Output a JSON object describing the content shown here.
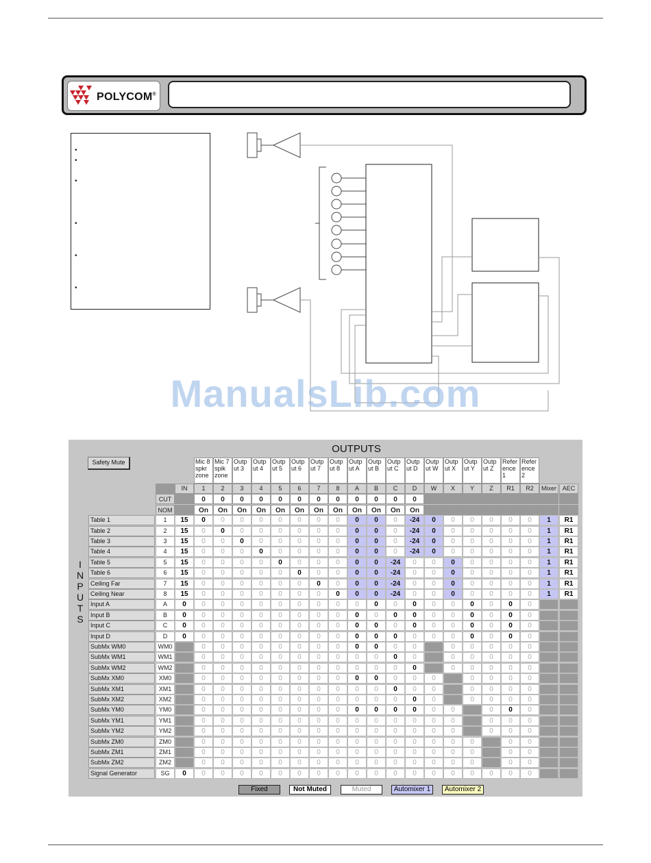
{
  "header": {
    "logo_text": "POLYCOM",
    "logo_mark": "®",
    "title": ""
  },
  "watermark": "ManualsLib.com",
  "notes": {
    "bullets": [
      "•",
      "•",
      "•",
      "•",
      "•",
      "•"
    ]
  },
  "matrix": {
    "outputs_title": "OUTPUTS",
    "inputs_title": [
      "I",
      "N",
      "P",
      "U",
      "T",
      "S"
    ],
    "safety_mute": "Safety Mute",
    "out_names": [
      "Mic 8 spkr zone",
      "Mic 7 spik zone",
      "Outp ut 3",
      "Outp ut 4",
      "Outp ut 5",
      "Outp ut 6",
      "Outp ut 7",
      "Outp ut 8",
      "Outp ut A",
      "Outp ut B",
      "Outp ut C",
      "Outp ut D",
      "Outp ut W",
      "Outp ut X",
      "Outp ut Y",
      "Outp ut Z",
      "Refer ence 1",
      "Refer ence 2"
    ],
    "col_ids": [
      "IN",
      "1",
      "2",
      "3",
      "4",
      "5",
      "6",
      "7",
      "8",
      "A",
      "B",
      "C",
      "D",
      "W",
      "X",
      "Y",
      "Z",
      "R1",
      "R2",
      "Mixer",
      "AEC"
    ],
    "cut_label": "CUT",
    "nom_label": "NOM",
    "cut_values": [
      "0",
      "0",
      "0",
      "0",
      "0",
      "0",
      "0",
      "0",
      "0",
      "0",
      "0",
      "0"
    ],
    "nom_values": [
      "On",
      "On",
      "On",
      "On",
      "On",
      "On",
      "On",
      "On",
      "On",
      "On",
      "On",
      "On"
    ],
    "row_names": [
      "Table 1",
      "Table 2",
      "Table 3",
      "Table 4",
      "Table 5",
      "Table 6",
      "Ceiling Far",
      "Ceiling Near",
      "Input A",
      "Input B",
      "Input C",
      "Input D",
      "SubMx WM0",
      "SubMx WM1",
      "SubMx WM2",
      "SubMx XM0",
      "SubMx XM1",
      "SubMx XM2",
      "SubMx YM0",
      "SubMx YM1",
      "SubMx YM2",
      "SubMx ZM0",
      "SubMx ZM1",
      "SubMx ZM2",
      "Signal Generator"
    ],
    "row_ids": [
      "1",
      "2",
      "3",
      "4",
      "5",
      "6",
      "7",
      "8",
      "A",
      "B",
      "C",
      "D",
      "WM0",
      "WM1",
      "WM2",
      "XM0",
      "XM1",
      "XM2",
      "YM0",
      "YM1",
      "YM2",
      "ZM0",
      "ZM1",
      "ZM2",
      "SG"
    ],
    "rows": [
      [
        "15",
        "0b",
        "0",
        "0",
        "0",
        "0",
        "0",
        "0",
        "0",
        "0a",
        "0a",
        "0",
        "-24a",
        "0a",
        "0",
        "0",
        "0",
        "0",
        "0",
        "1a",
        "R1"
      ],
      [
        "15",
        "0",
        "0b",
        "0",
        "0",
        "0",
        "0",
        "0",
        "0",
        "0a",
        "0a",
        "0",
        "-24a",
        "0a",
        "0",
        "0",
        "0",
        "0",
        "0",
        "1a",
        "R1"
      ],
      [
        "15",
        "0",
        "0",
        "0b",
        "0",
        "0",
        "0",
        "0",
        "0",
        "0a",
        "0a",
        "0",
        "-24a",
        "0a",
        "0",
        "0",
        "0",
        "0",
        "0",
        "1a",
        "R1"
      ],
      [
        "15",
        "0",
        "0",
        "0",
        "0b",
        "0",
        "0",
        "0",
        "0",
        "0a",
        "0a",
        "0",
        "-24a",
        "0a",
        "0",
        "0",
        "0",
        "0",
        "0",
        "1a",
        "R1"
      ],
      [
        "15",
        "0",
        "0",
        "0",
        "0",
        "0b",
        "0",
        "0",
        "0",
        "0a",
        "0a",
        "-24a",
        "0",
        "0",
        "0a",
        "0",
        "0",
        "0",
        "0",
        "1a",
        "R1"
      ],
      [
        "15",
        "0",
        "0",
        "0",
        "0",
        "0",
        "0b",
        "0",
        "0",
        "0a",
        "0a",
        "-24a",
        "0",
        "0",
        "0a",
        "0",
        "0",
        "0",
        "0",
        "1a",
        "R1"
      ],
      [
        "15",
        "0",
        "0",
        "0",
        "0",
        "0",
        "0",
        "0b",
        "0",
        "0a",
        "0a",
        "-24a",
        "0",
        "0",
        "0a",
        "0",
        "0",
        "0",
        "0",
        "1a",
        "R1"
      ],
      [
        "15",
        "0",
        "0",
        "0",
        "0",
        "0",
        "0",
        "0",
        "0b",
        "0a",
        "0a",
        "-24a",
        "0",
        "0",
        "0a",
        "0",
        "0",
        "0",
        "0",
        "1a",
        "R1"
      ],
      [
        "0b",
        "0",
        "0",
        "0",
        "0",
        "0",
        "0",
        "0",
        "0",
        "0",
        "0b",
        "0",
        "0b",
        "0",
        "0",
        "0b",
        "0",
        "0b",
        "0",
        "f",
        "f"
      ],
      [
        "0b",
        "0",
        "0",
        "0",
        "0",
        "0",
        "0",
        "0",
        "0",
        "0b",
        "0",
        "0b",
        "0b",
        "0",
        "0",
        "0b",
        "0",
        "0b",
        "0",
        "f",
        "f"
      ],
      [
        "0b",
        "0",
        "0",
        "0",
        "0",
        "0",
        "0",
        "0",
        "0",
        "0b",
        "0b",
        "0",
        "0b",
        "0",
        "0",
        "0b",
        "0",
        "0b",
        "0",
        "f",
        "f"
      ],
      [
        "0b",
        "0",
        "0",
        "0",
        "0",
        "0",
        "0",
        "0",
        "0",
        "0b",
        "0b",
        "0b",
        "0",
        "0",
        "0",
        "0b",
        "0",
        "0b",
        "0",
        "f",
        "f"
      ],
      [
        "f",
        "0",
        "0",
        "0",
        "0",
        "0",
        "0",
        "0",
        "0",
        "0b",
        "0b",
        "0",
        "0",
        "f",
        "0",
        "0",
        "0",
        "0",
        "0",
        "f",
        "f"
      ],
      [
        "f",
        "0",
        "0",
        "0",
        "0",
        "0",
        "0",
        "0",
        "0",
        "0",
        "0",
        "0b",
        "0",
        "f",
        "0",
        "0",
        "0",
        "0",
        "0",
        "f",
        "f"
      ],
      [
        "f",
        "0",
        "0",
        "0",
        "0",
        "0",
        "0",
        "0",
        "0",
        "0",
        "0",
        "0",
        "0b",
        "f",
        "0",
        "0",
        "0",
        "0",
        "0",
        "f",
        "f"
      ],
      [
        "f",
        "0",
        "0",
        "0",
        "0",
        "0",
        "0",
        "0",
        "0",
        "0b",
        "0b",
        "0",
        "0",
        "0",
        "f",
        "0",
        "0",
        "0",
        "0",
        "f",
        "f"
      ],
      [
        "f",
        "0",
        "0",
        "0",
        "0",
        "0",
        "0",
        "0",
        "0",
        "0",
        "0",
        "0b",
        "0",
        "0",
        "f",
        "0",
        "0",
        "0",
        "0",
        "f",
        "f"
      ],
      [
        "f",
        "0",
        "0",
        "0",
        "0",
        "0",
        "0",
        "0",
        "0",
        "0",
        "0",
        "0",
        "0b",
        "0",
        "f",
        "0",
        "0",
        "0",
        "0",
        "f",
        "f"
      ],
      [
        "f",
        "0",
        "0",
        "0",
        "0",
        "0",
        "0",
        "0",
        "0",
        "0b",
        "0b",
        "0b",
        "0b",
        "0",
        "0",
        "f",
        "0",
        "0b",
        "0",
        "f",
        "f"
      ],
      [
        "f",
        "0",
        "0",
        "0",
        "0",
        "0",
        "0",
        "0",
        "0",
        "0",
        "0",
        "0",
        "0",
        "0",
        "0",
        "f",
        "0",
        "0",
        "0",
        "f",
        "f"
      ],
      [
        "f",
        "0",
        "0",
        "0",
        "0",
        "0",
        "0",
        "0",
        "0",
        "0",
        "0",
        "0",
        "0",
        "0",
        "0",
        "f",
        "0",
        "0",
        "0",
        "f",
        "f"
      ],
      [
        "f",
        "0",
        "0",
        "0",
        "0",
        "0",
        "0",
        "0",
        "0",
        "0",
        "0",
        "0",
        "0",
        "0",
        "0",
        "0",
        "f",
        "0",
        "0",
        "f",
        "f"
      ],
      [
        "f",
        "0",
        "0",
        "0",
        "0",
        "0",
        "0",
        "0",
        "0",
        "0",
        "0",
        "0",
        "0",
        "0",
        "0",
        "0",
        "f",
        "0",
        "0",
        "f",
        "f"
      ],
      [
        "f",
        "0",
        "0",
        "0",
        "0",
        "0",
        "0",
        "0",
        "0",
        "0",
        "0",
        "0",
        "0",
        "0",
        "0",
        "0",
        "f",
        "0",
        "0",
        "f",
        "f"
      ],
      [
        "0b",
        "0",
        "0",
        "0",
        "0",
        "0",
        "0",
        "0",
        "0",
        "0",
        "0",
        "0",
        "0",
        "0",
        "0",
        "0",
        "0",
        "0",
        "0",
        "f",
        "f"
      ]
    ],
    "legend": [
      "Fixed",
      "Not Muted",
      "Muted",
      "Automixer 1",
      "Automixer 2"
    ],
    "colors": {
      "fixed": "#9a9a9a",
      "automixer1": "#c6c6f5",
      "automixer2": "#fafac0",
      "panel": "#c6c6c6"
    }
  }
}
